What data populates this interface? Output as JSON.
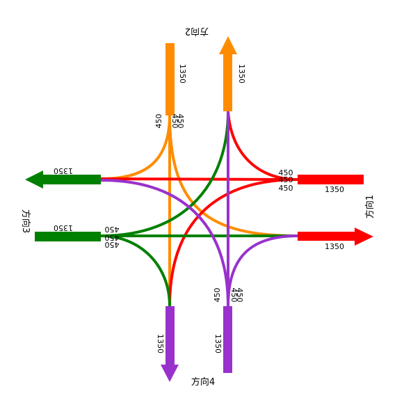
{
  "directions": {
    "d1": "方向1",
    "d2": "方向2",
    "d3": "方向3",
    "d4": "方向4"
  },
  "colors": {
    "d1": "#ff0000",
    "d2": "#ff8c00",
    "d3": "#008000",
    "d4": "#9932cc"
  },
  "legs": {
    "d1_in": "1350",
    "d1_out": "1350",
    "d2_in": "1350",
    "d2_out": "1350",
    "d3_in": "1350",
    "d3_out": "1350",
    "d4_in": "1350",
    "d4_out": "1350"
  },
  "turns": {
    "d1_right": "450",
    "d1_through": "450",
    "d1_left": "450",
    "d2_right": "450",
    "d2_through": "450",
    "d2_left": "450",
    "d3_right": "450",
    "d3_through": "450",
    "d3_left": "450",
    "d4_right": "450",
    "d4_through": "450",
    "d4_left": "450"
  }
}
